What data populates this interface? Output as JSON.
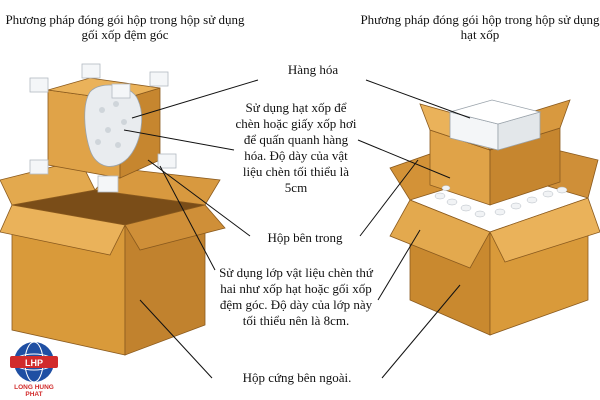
{
  "titles": {
    "left": "Phương pháp đóng gói hộp trong hộp sử dụng gối xốp đệm góc",
    "right": "Phương pháp đóng gói hộp trong hộp sử dụng hạt xốp"
  },
  "labels": {
    "goods": "Hàng hóa",
    "foam": "Sử dụng hạt xốp để chèn hoặc giấy xốp hơi để quấn quanh hàng hóa. Độ dày của vật liệu chèn tối thiểu là 5cm",
    "inner_box": "Hộp bên trong",
    "second_layer": "Sử dụng lớp vật liệu chèn thứ hai như xốp hạt hoặc gối xốp đệm góc. Độ dày của lớp này tối thiểu nên là 8cm.",
    "outer_box": "Hộp cứng bên ngoài."
  },
  "logo": {
    "badge": "LHP",
    "name": "LONG HUNG PHAT"
  },
  "colors": {
    "cardboard": "#d99a3a",
    "cardboard_dark": "#b8782a",
    "cardboard_light": "#eab25a",
    "foam": "#f4f6f8",
    "logo_red": "#d12b2b",
    "logo_blue": "#1f4fa3"
  }
}
